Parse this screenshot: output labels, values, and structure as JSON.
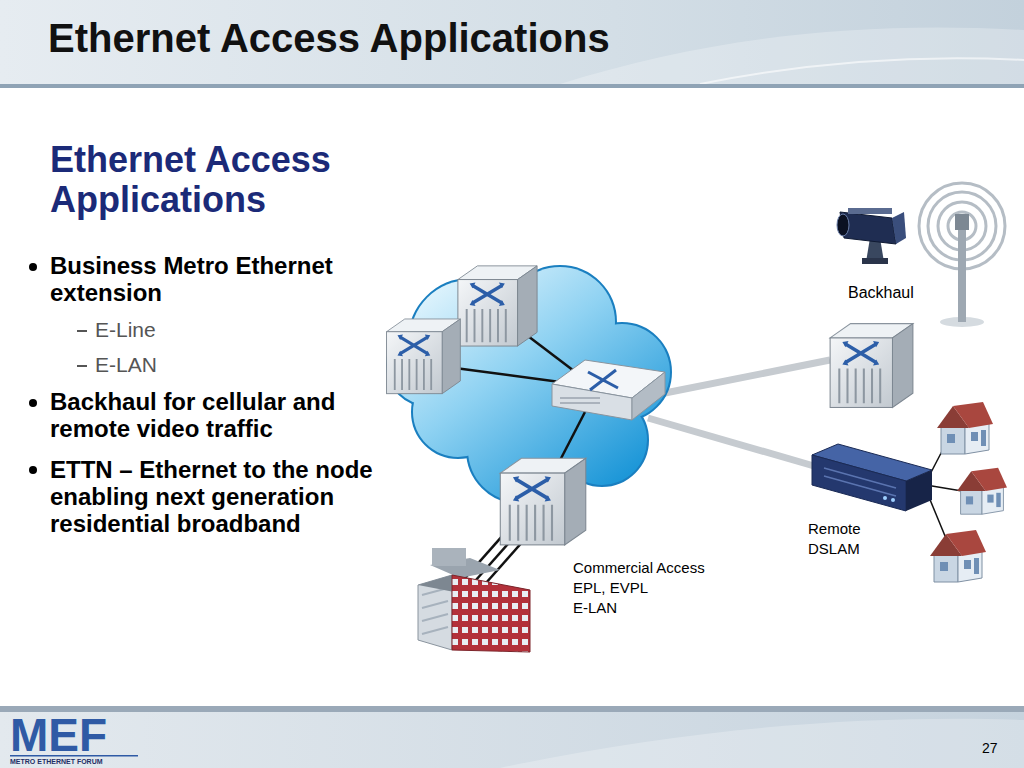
{
  "diagram": {
    "title": "Ethernet Access Applications",
    "labels": [
      "Ethernet Access Applications",
      "Business Metro Ethernet extension",
      "E-Line",
      "E-LAN",
      "Backhaul for cellular and remote video traffic",
      "ETTN – Ethernet to the node enabling next generation residential broadband",
      "Backhaul",
      "Remote DSLAM",
      "Commercial Access",
      "EPL, EVPL",
      "E-LAN",
      "MEF",
      "METRO ETHERNET FORUM",
      "27"
    ]
  }
}
